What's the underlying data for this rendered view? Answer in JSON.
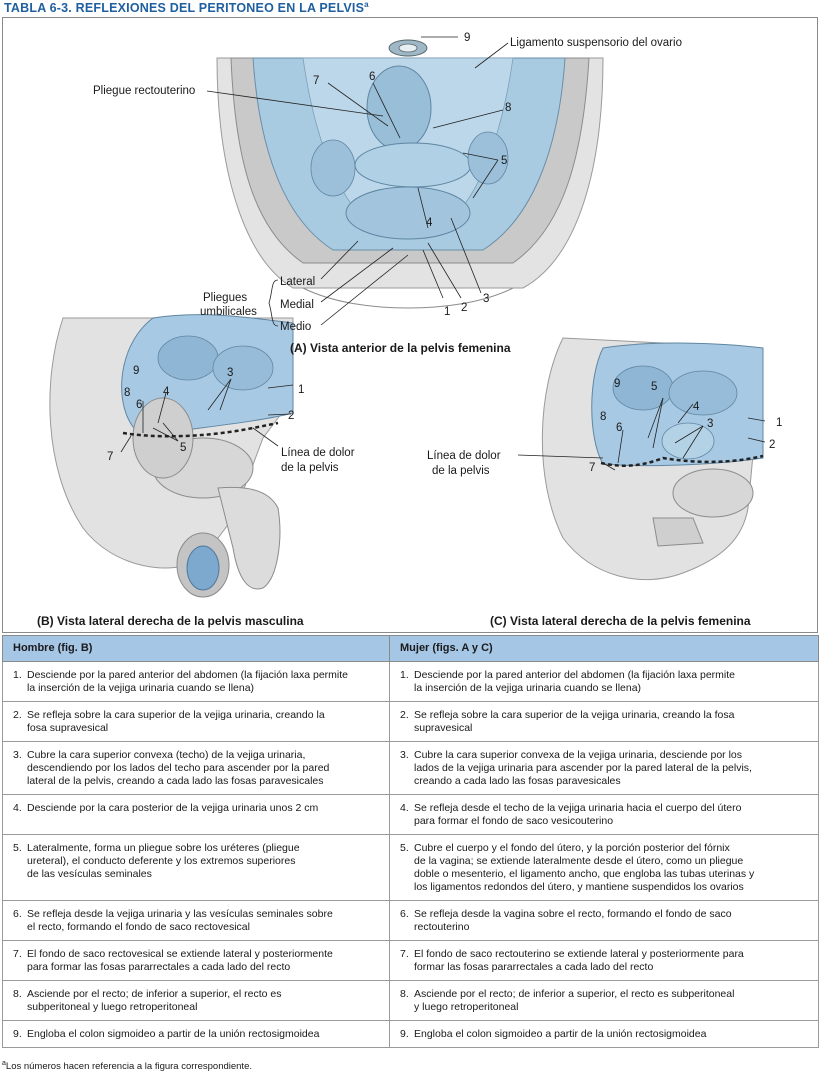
{
  "table_title": {
    "code": "TABLA 6-3.",
    "text": "REFLEXIONES DEL PERITONEO EN LA PELVIS",
    "mark": "a"
  },
  "figure": {
    "fig_a": {
      "caption": "(A) Vista anterior de la pelvis femenina",
      "ligament_label": "Ligamento suspensorio del ovario",
      "rectouterine_label": "Pliegue rectouterino",
      "umbilical_label_1": "Pliegues",
      "umbilical_label_2": "umbilicales",
      "fold_lateral": "Lateral",
      "fold_medial": "Medial",
      "fold_medio": "Medio",
      "n1": "1",
      "n2": "2",
      "n3": "3",
      "n4": "4",
      "n5": "5",
      "n6": "6",
      "n7": "7",
      "n8": "8",
      "n9": "9"
    },
    "fig_b": {
      "caption": "(B) Vista lateral derecha de la pelvis masculina",
      "pain_line_1": "Línea de dolor",
      "pain_line_2": "de la pelvis",
      "n1": "1",
      "n2": "2",
      "n3": "3",
      "n4": "4",
      "n5": "5",
      "n6": "6",
      "n7": "7",
      "n8": "8",
      "n9": "9"
    },
    "fig_c": {
      "caption": "(C) Vista lateral derecha de la pelvis femenina",
      "pain_line_1": "Línea de dolor",
      "pain_line_2": "de la pelvis",
      "n1": "1",
      "n2": "2",
      "n3": "3",
      "n4": "4",
      "n5": "5",
      "n6": "6",
      "n7": "7",
      "n8": "8",
      "n9": "9"
    }
  },
  "table": {
    "headers": [
      "Hombre (fig. B)",
      "Mujer (figs. A y C)"
    ],
    "rows": [
      {
        "n": "1.",
        "male": "Desciende por la pared anterior del abdomen (la fijación laxa permite\nla inserción de la vejiga urinaria cuando se llena)",
        "female": "Desciende por la pared anterior del abdomen (la fijación laxa permite\nla inserción de la vejiga urinaria cuando se llena)"
      },
      {
        "n": "2.",
        "male": "Se refleja sobre la cara superior de la vejiga urinaria, creando la\nfosa supravesical",
        "female": "Se refleja sobre la cara superior de la vejiga urinaria, creando la fosa\nsupravesical"
      },
      {
        "n": "3.",
        "male": "Cubre la cara superior convexa (techo) de la vejiga urinaria,\ndescendiendo por los lados del techo para ascender por la pared\nlateral de la pelvis, creando a cada lado las fosas paravesicales",
        "female": "Cubre la cara superior convexa de la vejiga urinaria, desciende por los\nlados de la vejiga urinaria para ascender por la pared lateral de la pelvis,\ncreando a cada lado las fosas paravesicales"
      },
      {
        "n": "4.",
        "male": "Desciende por la cara posterior de la vejiga urinaria unos 2 cm",
        "female": "Se refleja desde el techo de la vejiga urinaria hacia el cuerpo del útero\npara formar el fondo de saco vesicouterino"
      },
      {
        "n": "5.",
        "male": "Lateralmente, forma un pliegue sobre los uréteres (pliegue\nureteral), el conducto deferente y los extremos superiores\nde las vesículas seminales",
        "female": "Cubre el cuerpo y el fondo del útero, y la porción posterior del fórnix\nde la vagina; se extiende lateralmente desde el útero, como un pliegue\ndoble o mesenterio, el ligamento ancho, que engloba las tubas uterinas y\nlos ligamentos redondos del útero, y mantiene suspendidos los ovarios"
      },
      {
        "n": "6.",
        "male": "Se refleja desde la vejiga urinaria y las vesículas seminales sobre\nel recto, formando el fondo de saco rectovesical",
        "female": "Se refleja desde la vagina sobre el recto, formando el fondo de saco\nrectouterino"
      },
      {
        "n": "7.",
        "male": "El fondo de saco rectovesical se extiende lateral y posteriormente\npara formar las fosas pararrectales a cada lado del recto",
        "female": "El fondo de saco rectouterino se extiende lateral y posteriormente para\nformar las fosas pararrectales a cada lado del recto"
      },
      {
        "n": "8.",
        "male": "Asciende por el recto; de inferior a superior, el recto es\nsubperitoneal y luego retroperitoneal",
        "female": "Asciende por el recto; de inferior a superior, el recto es subperitoneal\ny luego retroperitoneal"
      },
      {
        "n": "9.",
        "male": "Engloba el colon sigmoideo a partir de la unión rectosigmoidea",
        "female": "Engloba el colon sigmoideo a partir de la unión rectosigmoidea"
      }
    ]
  },
  "footnote": {
    "mark": "a",
    "text": "Los números hacen referencia a la figura correspondiente."
  },
  "colors": {
    "title_blue": "#1f5fa0",
    "header_blue": "#a6c6e6",
    "peritoneum_blue": "#9fc3dc"
  }
}
